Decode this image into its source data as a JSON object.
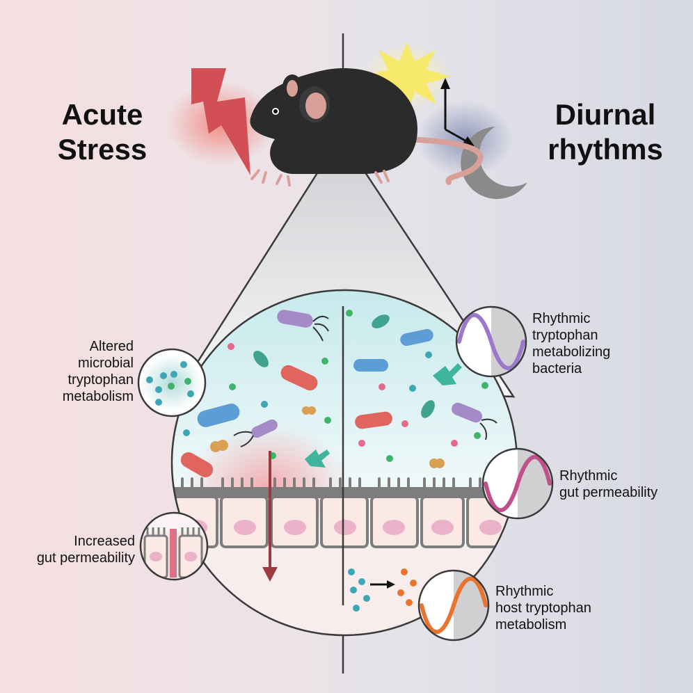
{
  "left_title": [
    "Acute",
    "Stress"
  ],
  "right_title": [
    "Diurnal",
    "rhythms"
  ],
  "labels": {
    "altered_microbial": [
      "Altered",
      "microbial",
      "tryptophan",
      "metabolism"
    ],
    "increased_permeability": [
      "Increased",
      "gut permeability"
    ],
    "rhythmic_bacteria": [
      "Rhythmic",
      "tryptophan",
      "metabolizing",
      "bacteria"
    ],
    "rhythmic_permeability": [
      "Rhythmic",
      "gut permeability"
    ],
    "rhythmic_host": [
      "Rhythmic",
      "host tryptophan",
      "metabolism"
    ]
  },
  "colors": {
    "stress_red": "#d9565a",
    "bolt": "#d24f55",
    "sun": "#f7e96b",
    "moon": "#8a8a8a",
    "mouse": "#2b2b2b",
    "mouse_pink": "#d9a09a",
    "wave_purple": "#9b78c9",
    "wave_magenta": "#c0508c",
    "wave_orange": "#e8742f",
    "arrow_dark_red": "#9b3a3f"
  },
  "icons": [
    "lightning-bolt-icon",
    "sun-icon",
    "moon-icon",
    "mouse-illustration",
    "bacteria-icon",
    "sine-wave-icon"
  ]
}
